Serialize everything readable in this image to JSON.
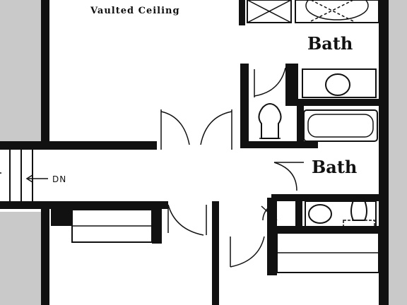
{
  "plan": {
    "labels": {
      "vaulted_ceiling": "Vaulted Ceiling",
      "bath_upper": "Bath",
      "bath_lower": "Bath",
      "stairs_direction": "DN"
    },
    "colors": {
      "wall": "#111111",
      "background": "#ffffff",
      "margin_gray": "#c9c9c9"
    }
  }
}
